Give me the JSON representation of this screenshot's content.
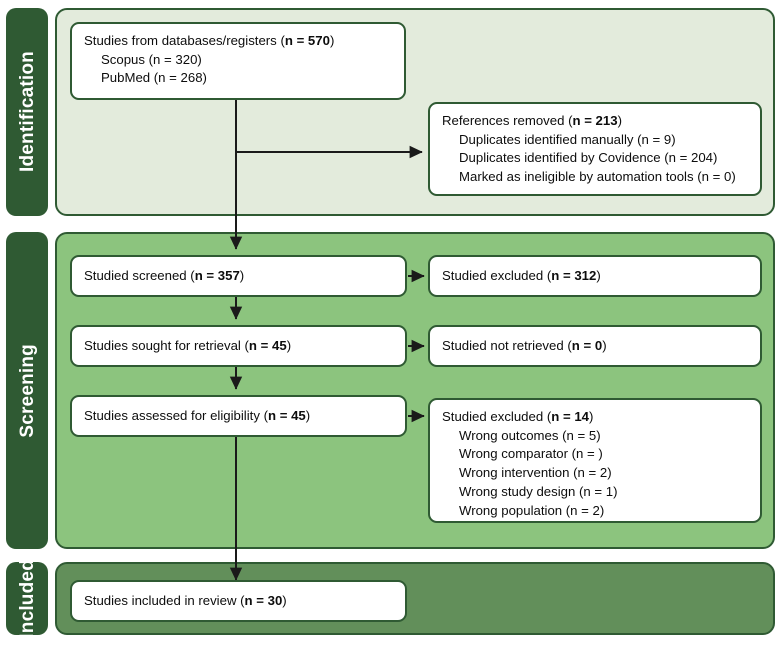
{
  "diagram": {
    "type": "prisma-flow-diagram",
    "colors": {
      "stage_label_bg": "#2F5A33",
      "identification_bg": "#E3EBDC",
      "screening_bg": "#8CC47E",
      "included_bg": "#628F5A",
      "box_bg": "#FFFFFF",
      "border": "#2F5A33",
      "arrow": "#1A1A1A",
      "text": "#0D0D0D"
    }
  },
  "stages": {
    "identification": {
      "label": "Identification"
    },
    "screening": {
      "label": "Screening"
    },
    "included": {
      "label": "Included"
    }
  },
  "boxes": {
    "records_identified": {
      "title_prefix": "Studies from databases/registers (",
      "title_bold": "n = 570",
      "title_suffix": ")",
      "lines": [
        "Scopus (n = 320)",
        "PubMed (n = 268)"
      ]
    },
    "records_removed": {
      "title_prefix": "References removed (",
      "title_bold": "n = 213",
      "title_suffix": ")",
      "lines": [
        "Duplicates identified manually (n = 9)",
        "Duplicates identified by Covidence (n = 204)",
        "Marked as ineligible by automation tools (n = 0)"
      ]
    },
    "records_screened": {
      "title_prefix": "Studied screened (",
      "title_bold": "n = 357",
      "title_suffix": ")",
      "lines": []
    },
    "records_excluded": {
      "title_prefix": "Studied excluded (",
      "title_bold": "n = 312",
      "title_suffix": ")",
      "lines": []
    },
    "reports_sought": {
      "title_prefix": "Studies sought for retrieval (",
      "title_bold": "n = 45",
      "title_suffix": ")",
      "lines": []
    },
    "reports_not_retrieved": {
      "title_prefix": "Studied not retrieved (",
      "title_bold": "n = 0",
      "title_suffix": ")",
      "lines": []
    },
    "reports_assessed": {
      "title_prefix": "Studies assessed for eligibility (",
      "title_bold": "n = 45",
      "title_suffix": ")",
      "lines": []
    },
    "reports_excluded": {
      "title_prefix": "Studied excluded (",
      "title_bold": "n = 14",
      "title_suffix": ")",
      "lines": [
        "Wrong outcomes (n = 5)",
        "Wrong comparator (n = )",
        "Wrong intervention (n = 2)",
        "Wrong study design (n = 1)",
        "Wrong population (n = 2)"
      ]
    },
    "studies_included": {
      "title_prefix": "Studies included in review (",
      "title_bold": "n = 30",
      "title_suffix": ")",
      "lines": []
    }
  }
}
